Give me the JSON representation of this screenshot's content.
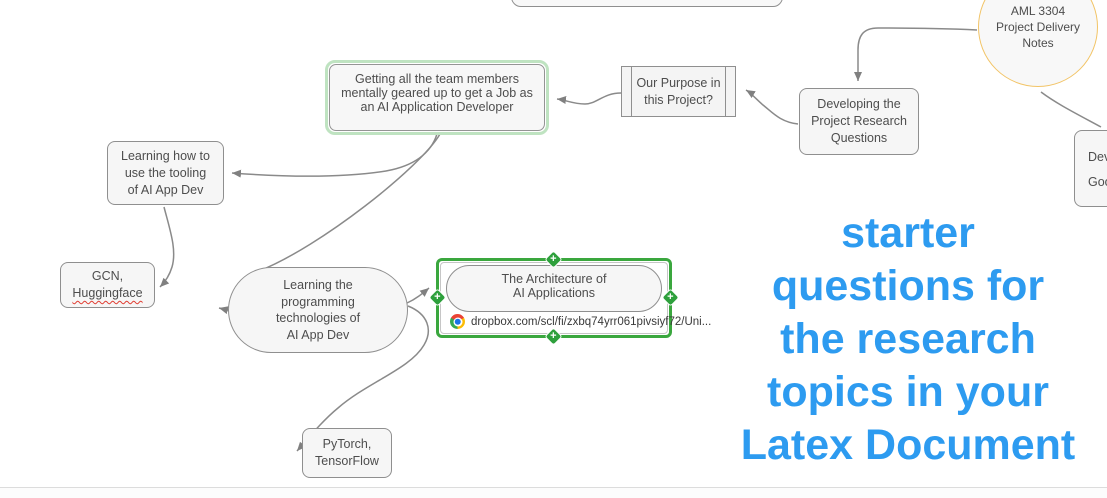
{
  "colors": {
    "node_border": "#8f8f8f",
    "node_fill": "#f6f6f6",
    "node_text": "#4d4d4d",
    "connector_gray": "#8a8a8a",
    "selection_green": "#3aa73e",
    "handle_green": "#2ea03c",
    "halo_green": "#bfe3c1",
    "circle_orange": "#f2c467",
    "overlay_blue": "#2d9bf0",
    "spellcheck_red": "#e03c31"
  },
  "icons": {
    "plus": "+"
  },
  "nodes": {
    "getting": {
      "lines": [
        "Getting all the team members",
        "mentally geared up to get a Job as",
        "an AI Application Developer"
      ]
    },
    "our_purpose": {
      "lines": [
        "Our Purpose in",
        "this Project?"
      ]
    },
    "developing": {
      "lines": [
        "Developing the",
        "Project Research",
        "Questions"
      ]
    },
    "aml": {
      "lines": [
        "AML 3304",
        "Project Delivery",
        "Notes"
      ]
    },
    "dev_goo": {
      "lines": [
        "Dev",
        "Goo"
      ]
    },
    "tooling": {
      "lines": [
        "Learning how to",
        "use the tooling",
        "of AI App Dev"
      ]
    },
    "gcn": {
      "line1": "GCN,",
      "line2": "Huggingface"
    },
    "prog": {
      "lines": [
        "Learning the",
        "programming",
        "technologies of",
        "AI App Dev"
      ]
    },
    "architecture": {
      "lines": [
        "The Architecture of",
        "AI Applications"
      ],
      "link": "dropbox.com/scl/fi/zxbq74yrr061pivsiyf72/Uni..."
    },
    "pytorch": {
      "lines": [
        "PyTorch,",
        "TensorFlow"
      ]
    }
  },
  "overlay": {
    "lines": [
      "starter",
      "questions for",
      "the research",
      "topics in your",
      "Latex Document"
    ]
  }
}
